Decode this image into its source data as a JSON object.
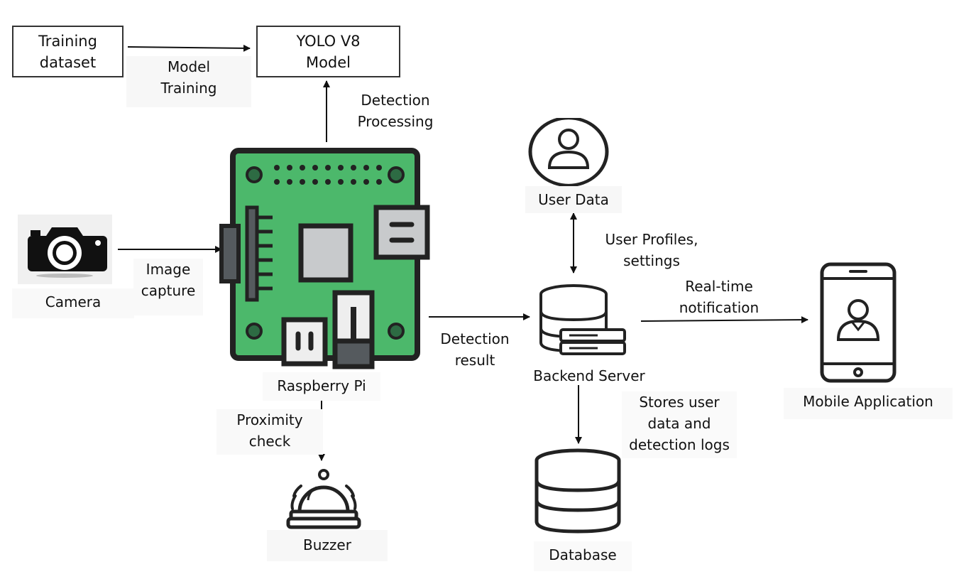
{
  "nodes": {
    "training_dataset": "Training\ndataset",
    "yolo_model": "YOLO V8\nModel",
    "camera": "Camera",
    "raspberry_pi": "Raspberry Pi",
    "buzzer": "Buzzer",
    "user_data": "User Data",
    "backend_server": "Backend Server",
    "database": "Database",
    "mobile_app": "Mobile Application"
  },
  "edges": {
    "model_training": "Model\nTraining",
    "detection_processing": "Detection\nProcessing",
    "image_capture": "Image\ncapture",
    "proximity_check": "Proximity\ncheck",
    "detection_result": "Detection\nresult",
    "user_profiles": "User Profiles,\nsettings",
    "realtime_notification": "Real-time\nnotification",
    "stores_logs": "Stores user\ndata and\ndetection logs"
  },
  "colors": {
    "board_green": "#4cb86b",
    "outline": "#222222",
    "chip_gray": "#c8cacc",
    "port_dark": "#555a5e"
  },
  "icons": [
    "camera-icon",
    "raspberry-pi-board-icon",
    "buzzer-bell-icon",
    "user-profile-icon",
    "server-icon",
    "database-icon",
    "mobile-phone-icon"
  ]
}
